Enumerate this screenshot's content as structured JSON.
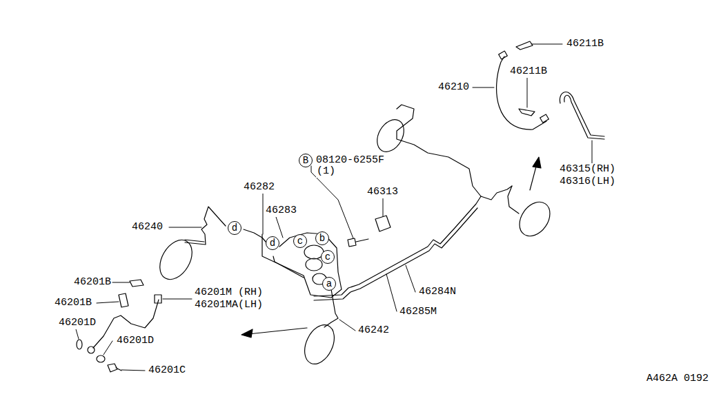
{
  "diagram": {
    "nodes": [
      {
        "text": [
          "B"
        ]
      },
      {
        "text": [
          "d"
        ]
      },
      {
        "text": [
          "d"
        ]
      },
      {
        "text": [
          "c"
        ]
      },
      {
        "text": [
          "b"
        ]
      },
      {
        "text": [
          "c"
        ]
      },
      {
        "text": [
          "a"
        ]
      }
    ],
    "labels": [
      "46211B",
      "46211B",
      "46210",
      "46315(RH)",
      "46316(LH)",
      "08120-6255F",
      "(1)",
      "46313",
      "46282",
      "46283",
      "46240",
      "46201B",
      "46201M (RH)",
      "46201MA(LH)",
      "46201B",
      "46284N",
      "46285M",
      "46201D",
      "46242",
      "46201D",
      "46201C",
      "A462A 0192"
    ]
  }
}
